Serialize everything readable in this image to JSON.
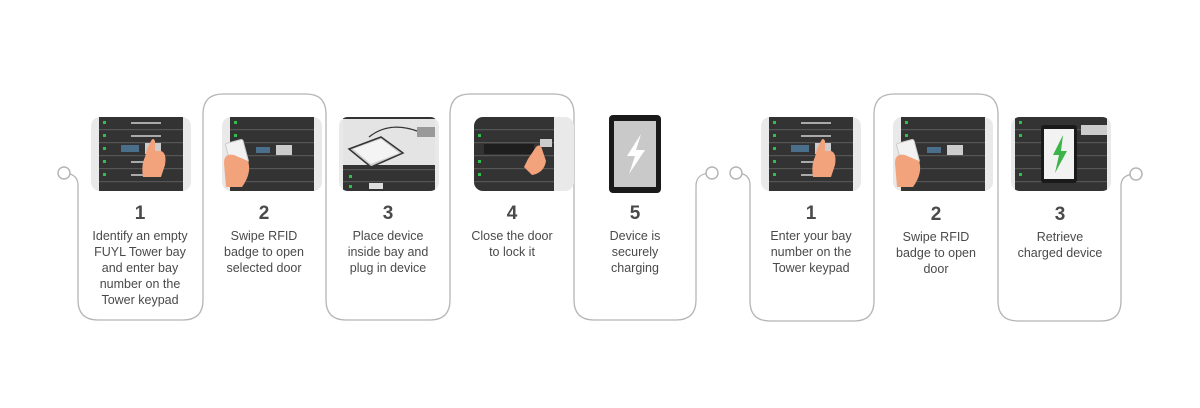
{
  "groups": [
    {
      "steps": [
        {
          "number": "1",
          "text": [
            "Identify an empty",
            "FUYL Tower bay",
            "and enter bay",
            "number on the",
            "Tower keypad"
          ],
          "image": "tower-keypad-press"
        },
        {
          "number": "2",
          "text": [
            "Swipe RFID",
            "badge to open",
            "selected door"
          ],
          "image": "rfid-badge-swipe"
        },
        {
          "number": "3",
          "text": [
            "Place device",
            "inside bay and",
            "plug in device"
          ],
          "image": "device-plug-in"
        },
        {
          "number": "4",
          "text": [
            "Close the door",
            "to lock it"
          ],
          "image": "door-close"
        },
        {
          "number": "5",
          "text": [
            "Device is",
            "securely",
            "charging"
          ],
          "image": "tablet-charging"
        }
      ]
    },
    {
      "steps": [
        {
          "number": "1",
          "text": [
            "Enter your bay",
            "number on the",
            "Tower keypad"
          ],
          "image": "tower-keypad-press"
        },
        {
          "number": "2",
          "text": [
            "Swipe RFID",
            "badge to open",
            "door"
          ],
          "image": "rfid-badge-swipe"
        },
        {
          "number": "3",
          "text": [
            "Retrieve",
            "charged device"
          ],
          "image": "tablet-charged"
        }
      ]
    }
  ],
  "colors": {
    "line": "#b5b5b5",
    "text": "#4a4a4a",
    "rack": "#333333",
    "led": "#2fbf4a",
    "hand": "#f3a37c",
    "bolt": "#3cb44b"
  }
}
